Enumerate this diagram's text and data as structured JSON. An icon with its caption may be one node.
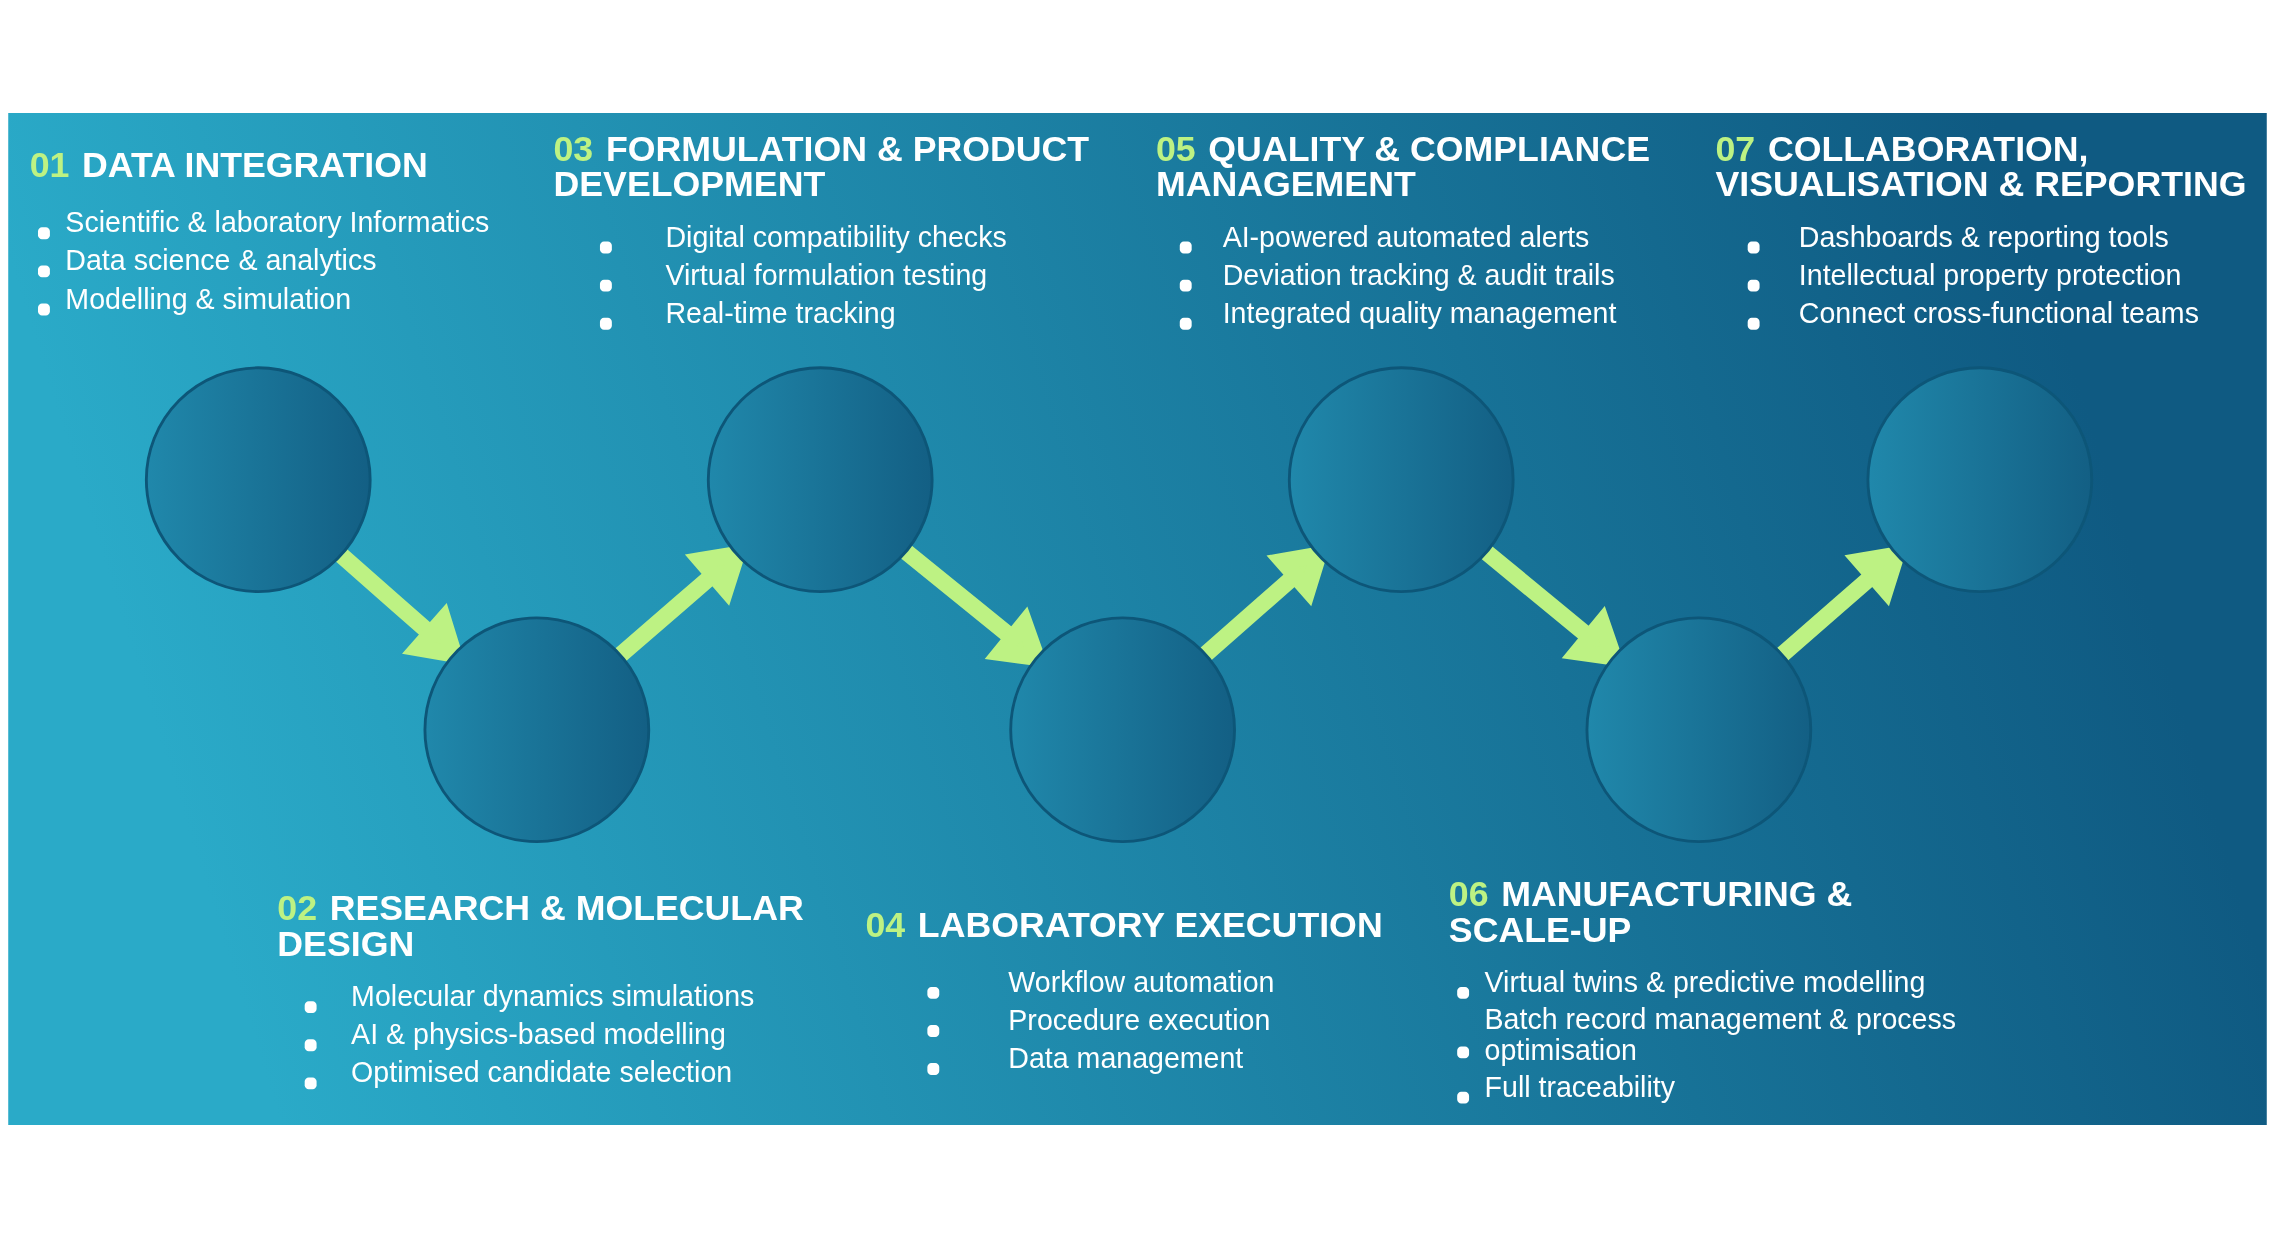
{
  "diagram": {
    "nodes": [
      {
        "text": [],
        "shape": "circle",
        "beside": [
          "01 DATA INTEGRATION",
          "Scientific & laboratory Informatics",
          "Data science & analytics",
          "Modelling & simulation"
        ]
      },
      {
        "text": [],
        "shape": "circle",
        "beside": [
          "02 RESEARCH & MOLECULAR DESIGN",
          "Molecular dynamics simulations",
          "AI & physics-based modelling",
          "Optimised candidate selection"
        ]
      },
      {
        "text": [],
        "shape": "circle",
        "beside": [
          "03 FORMULATION & PRODUCT DEVELOPMENT",
          "Digital compatibility checks",
          "Virtual formulation testing",
          "Real-time tracking"
        ]
      },
      {
        "text": [],
        "shape": "circle",
        "beside": [
          "04 LABORATORY EXECUTION",
          "Workflow automation",
          "Procedure execution",
          "Data management"
        ]
      },
      {
        "text": [],
        "shape": "circle",
        "beside": [
          "05 QUALITY & COMPLIANCE MANAGEMENT",
          "AI-powered automated alerts",
          "Deviation tracking & audit trails",
          "Integrated quality management"
        ]
      },
      {
        "text": [],
        "shape": "circle",
        "beside": [
          "06 MANUFACTURING & SCALE-UP",
          "Virtual twins & predictive modelling",
          "Batch record management & process optimisation",
          "Full traceability"
        ]
      },
      {
        "text": [],
        "shape": "circle",
        "beside": [
          "07 COLLABORATION, VISUALISATION & REPORTING",
          "Dashboards & reporting tools",
          "Intellectual property protection",
          "Connect cross-functional teams"
        ]
      }
    ],
    "edges": [
      {
        "from": 0,
        "to": 1,
        "arrow": "to"
      },
      {
        "from": 1,
        "to": 2,
        "arrow": "to"
      },
      {
        "from": 2,
        "to": 3,
        "arrow": "to"
      },
      {
        "from": 3,
        "to": 4,
        "arrow": "to"
      },
      {
        "from": 4,
        "to": 5,
        "arrow": "to"
      },
      {
        "from": 5,
        "to": 6,
        "arrow": "to"
      }
    ]
  }
}
